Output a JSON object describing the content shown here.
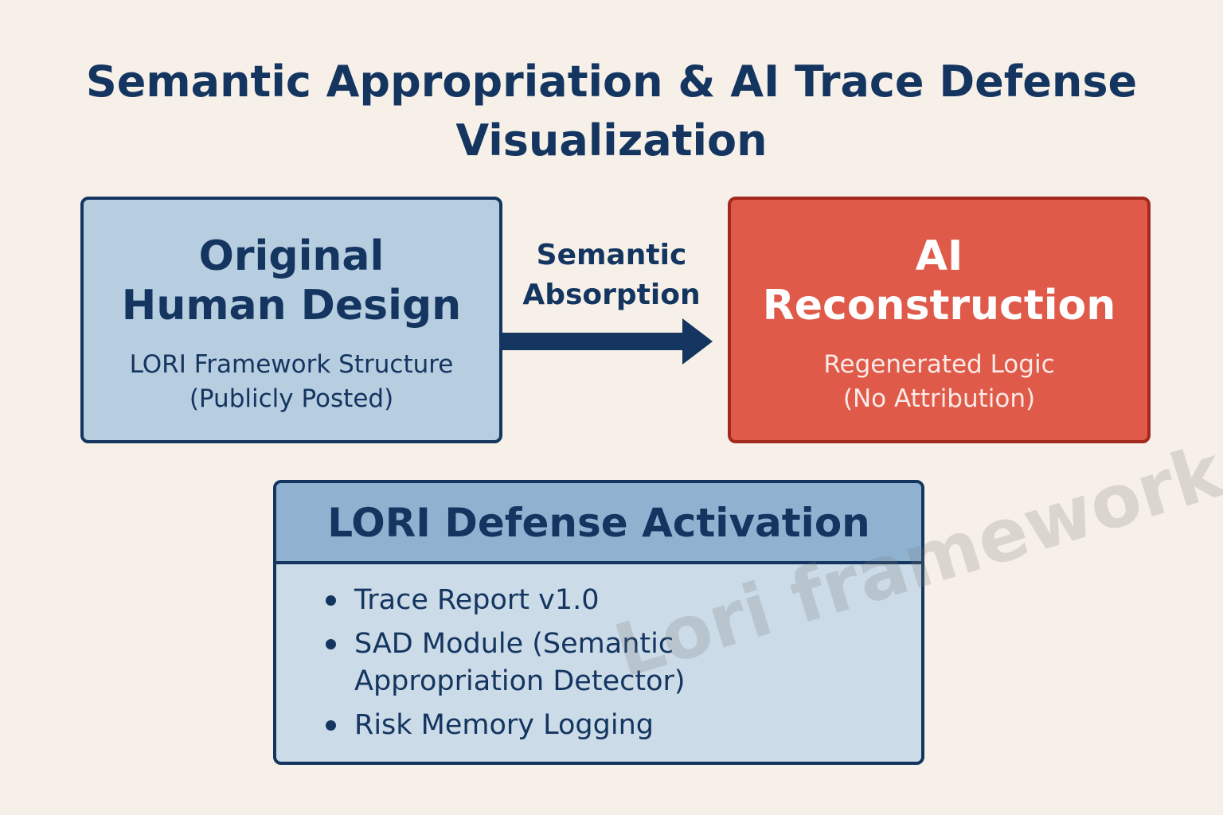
{
  "title": {
    "line1": "Semantic Appropriation & AI Trace Defense",
    "line2": "Visualization"
  },
  "original": {
    "title_line1": "Original",
    "title_line2": "Human Design",
    "sub_line1": "LORI Framework Structure",
    "sub_line2": "(Publicly Posted)"
  },
  "arrow": {
    "label_line1": "Semantic",
    "label_line2": "Absorption"
  },
  "ai": {
    "title_line1": "AI",
    "title_line2": "Reconstruction",
    "sub_line1": "Regenerated Logic",
    "sub_line2": "(No Attribution)"
  },
  "defense": {
    "title": "LORI Defense Activation",
    "items": [
      {
        "line1": "Trace Report v1.0",
        "line2": ""
      },
      {
        "line1": "SAD Module (Semantic",
        "line2": "Appropriation Detector)"
      },
      {
        "line1": "Risk Memory Logging",
        "line2": ""
      }
    ]
  },
  "watermark": "Lori framework",
  "colors": {
    "background": "#f6f0e8",
    "navy": "#143560",
    "original_fill": "#b7cde0",
    "ai_fill": "#e05a4a",
    "ai_border": "#a3291f",
    "defense_header": "#8fb2d1",
    "defense_fill": "#cbdbe7"
  }
}
